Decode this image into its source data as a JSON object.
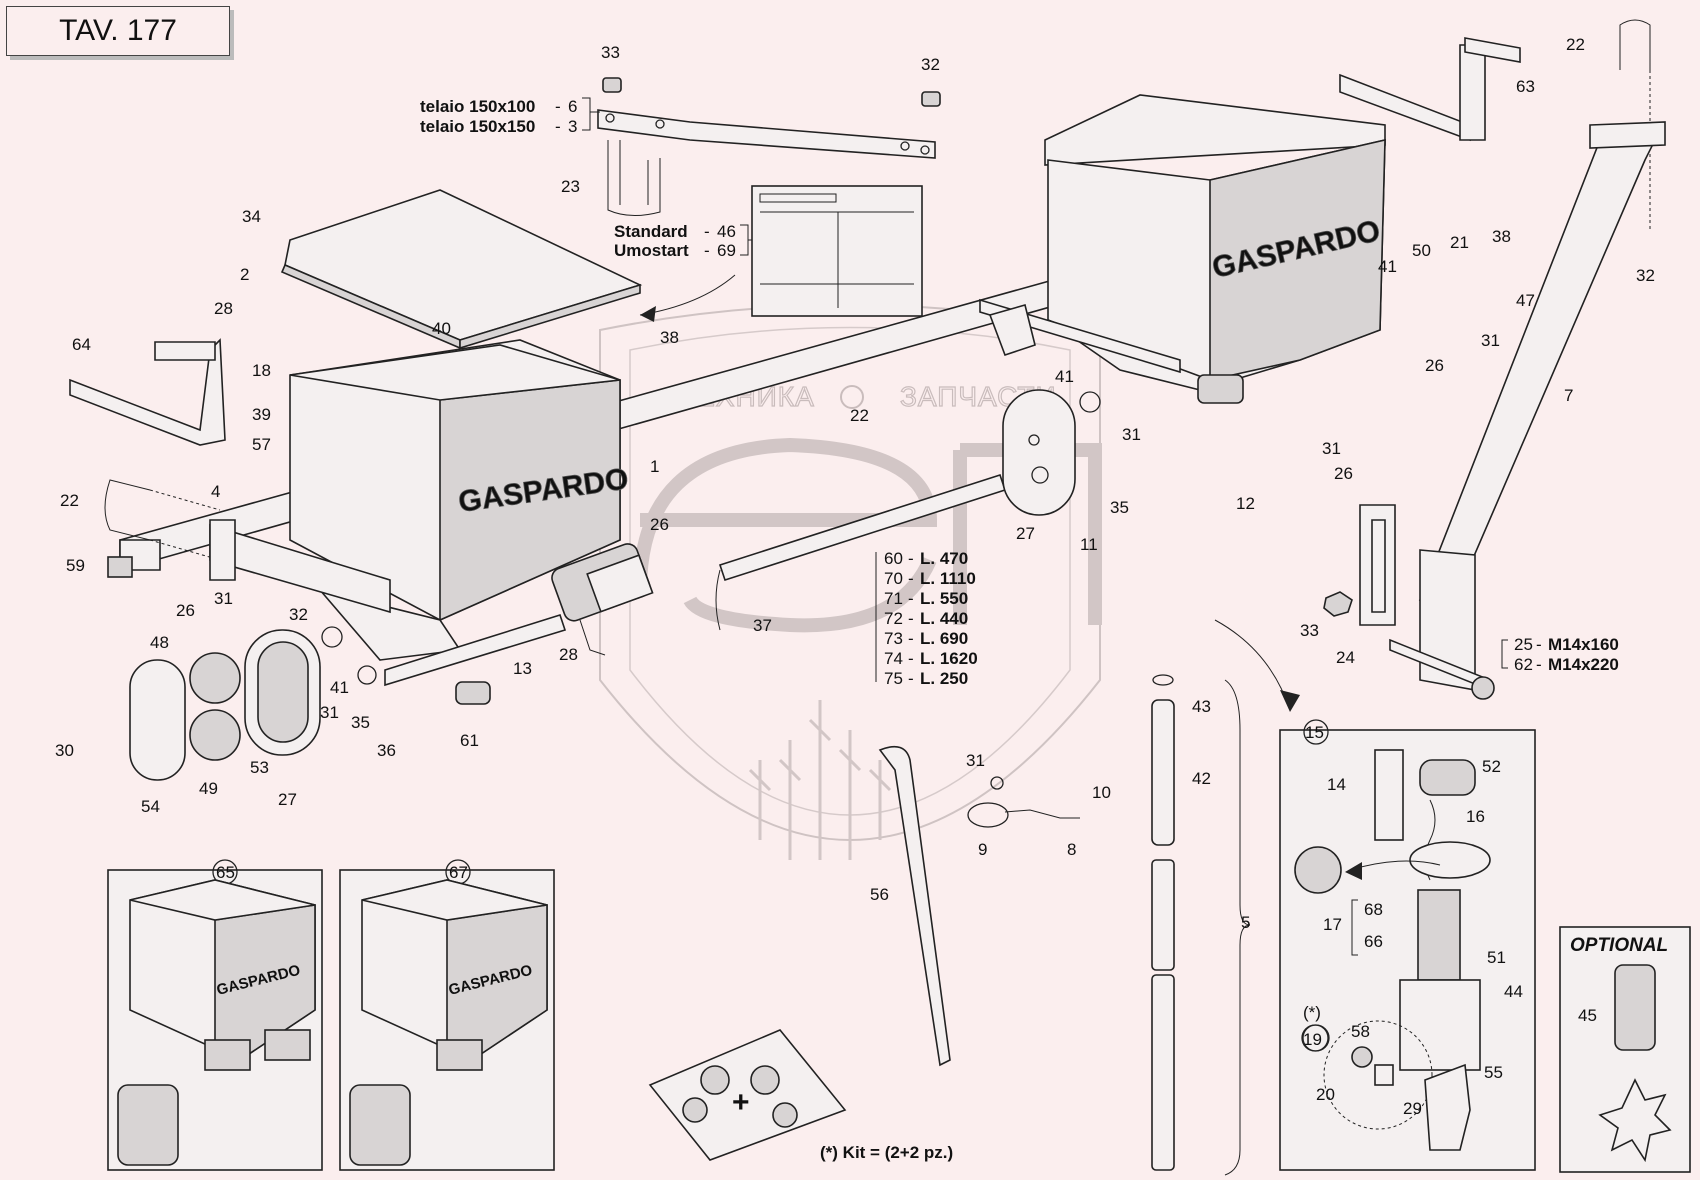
{
  "title": "TAV. 177",
  "brand": "GASPARDO",
  "watermark": {
    "left": "ТЕХНИКА",
    "right": "ЗАПЧАСТИ"
  },
  "frame_labels": {
    "a_text": "telaio 150x100",
    "a_num": "6",
    "b_text": "telaio 150x150",
    "b_num": "3"
  },
  "decal_labels": {
    "a_text": "Standard",
    "a_num": "46",
    "b_text": "Umostart",
    "b_num": "69"
  },
  "shaft_lengths": [
    {
      "num": "60",
      "len": "L. 470"
    },
    {
      "num": "70",
      "len": "L. 1110"
    },
    {
      "num": "71",
      "len": "L. 550"
    },
    {
      "num": "72",
      "len": "L. 440"
    },
    {
      "num": "73",
      "len": "L. 690"
    },
    {
      "num": "74",
      "len": "L. 1620"
    },
    {
      "num": "75",
      "len": "L. 250"
    }
  ],
  "bolt_labels": {
    "a_num": "25",
    "a_spec": "M14x160",
    "b_num": "62",
    "b_spec": "M14x220"
  },
  "kit_label": "(*) Kit = (2+2 pz.)",
  "optional_label": "OPTIONAL",
  "asterisk": "(*)",
  "plus_sign": "+",
  "callouts": {
    "c33a": "33",
    "c32a": "32",
    "c23": "23",
    "c34": "34",
    "c2": "2",
    "c28a": "28",
    "c40": "40",
    "c18": "18",
    "c39": "39",
    "c57": "57",
    "c64": "64",
    "c38a": "38",
    "c22a": "22",
    "c4": "4",
    "c59": "59",
    "c1": "1",
    "c26a": "26",
    "c26b": "26",
    "c31a": "31",
    "c48": "48",
    "c32b": "32",
    "c31b": "31",
    "c41a": "41",
    "c35a": "35",
    "c36": "36",
    "c13": "13",
    "c28b": "28",
    "c61": "61",
    "c30": "30",
    "c54": "54",
    "c49": "49",
    "c53": "53",
    "c27a": "27",
    "c37": "37",
    "c22b": "22",
    "c41b": "41",
    "c31c": "31",
    "c35b": "35",
    "c27b": "27",
    "c11": "11",
    "c12": "12",
    "c31d": "31",
    "c26c": "26",
    "c41c": "41",
    "c50": "50",
    "c21": "21",
    "c38b": "38",
    "c47": "47",
    "c26d": "26",
    "c31e": "31",
    "c63": "63",
    "c22c": "22",
    "c32c": "32",
    "c7": "7",
    "c33b": "33",
    "c24": "24",
    "c43": "43",
    "c42": "42",
    "c5": "5",
    "c31f": "31",
    "c10": "10",
    "c9": "9",
    "c8": "8",
    "c56": "56",
    "c15": "15",
    "c14": "14",
    "c52": "52",
    "c16": "16",
    "c68": "68",
    "c17": "17",
    "c66": "66",
    "c51": "51",
    "c44": "44",
    "c19": "19",
    "c58": "58",
    "c20": "20",
    "c29": "29",
    "c55": "55",
    "c45": "45",
    "c65": "65",
    "c67": "67"
  }
}
